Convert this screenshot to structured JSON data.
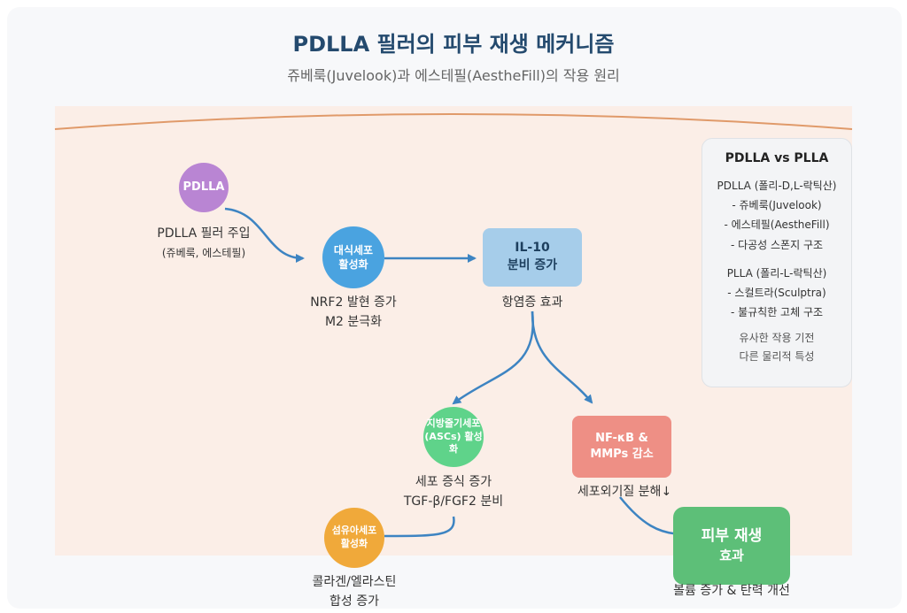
{
  "header": {
    "title": "PDLLA 필러의 피부 재생 메커니즘",
    "subtitle": "쥬베룩(Juvelook)과 에스테필(AestheFill)의 작용 원리"
  },
  "nodes": {
    "pdlla": {
      "label": "PDLLA",
      "caption1": "PDLLA 필러 주입",
      "caption2": "(쥬베룩, 에스테필)",
      "color": "#b985d3"
    },
    "macrophage": {
      "line1": "대식세포",
      "line2": "활성화",
      "caption1": "NRF2 발현 증가",
      "caption2": "M2 분극화",
      "color": "#4aa3e0"
    },
    "il10": {
      "line1": "IL-10",
      "line2": "분비 증가",
      "caption": "항염증 효과",
      "color": "#a6cdea"
    },
    "ascs": {
      "line1": "지방줄기세포",
      "line2": "(ASCs) 활성화",
      "caption1": "세포 증식 증가",
      "caption2": "TGF-β/FGF2 분비",
      "color": "#5fd38a"
    },
    "nfkb": {
      "line1": "NF-κB &",
      "line2": "MMPs 감소",
      "caption": "세포외기질 분해↓",
      "color": "#ee8f85"
    },
    "fibro": {
      "line1": "섬유아세포",
      "line2": "활성화",
      "caption1": "콜라겐/엘라스틴",
      "caption2": "합성 증가",
      "color": "#f0a93a"
    },
    "regen": {
      "line1": "피부 재생",
      "line2": "효과",
      "caption": "볼륨 증가 & 탄력 개선",
      "color": "#5dbf78"
    }
  },
  "panel": {
    "heading": "PDLLA vs PLLA",
    "pdlla_title": "PDLLA (폴리-D,L-락틱산)",
    "pdlla_items": [
      "- 쥬베룩(Juvelook)",
      "- 에스테필(AestheFill)",
      "- 다공성 스폰지 구조"
    ],
    "plla_title": "PLLA (폴리-L-락틱산)",
    "plla_items": [
      "- 스컬트라(Sculptra)",
      "- 불규칙한 고체 구조"
    ],
    "note1": "유사한 작용 기전",
    "note2": "다른 물리적 특성"
  },
  "colors": {
    "arrow": "#3d84c2",
    "skin_line": "#e09a6a",
    "title": "#244a6e"
  }
}
